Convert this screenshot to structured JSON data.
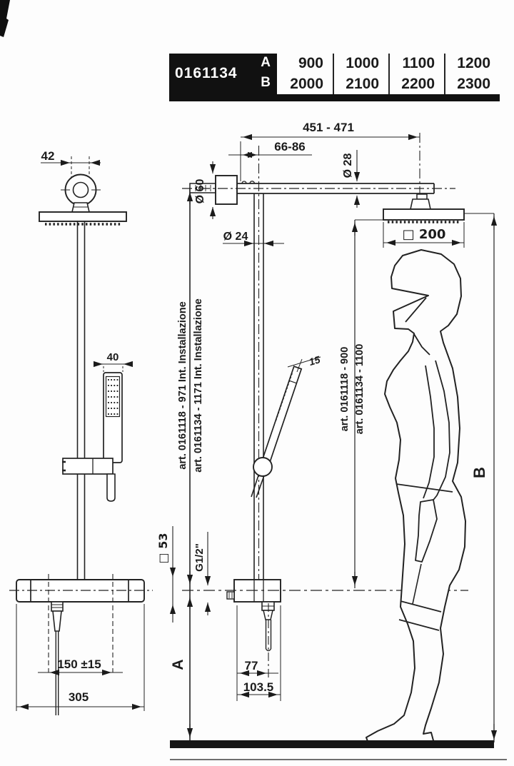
{
  "table": {
    "article": "0161134",
    "row_a": {
      "label": "A",
      "values": [
        "900",
        "1000",
        "1100",
        "1200"
      ]
    },
    "row_b": {
      "label": "B",
      "values": [
        "2000",
        "2100",
        "2200",
        "2300"
      ]
    }
  },
  "dims": {
    "top_joint_width": "42",
    "arm_reach": "451 - 471",
    "wall_offset": "66-86",
    "arm_dia": "Ø 28",
    "flange_dia": "Ø 60",
    "riser_dia": "Ø 24",
    "head_size": "□ 200",
    "handshower_width": "40",
    "handshower_angle": "15",
    "valve_square": "□ 53",
    "thread": "G1/2\"",
    "inlet_spacing": "150 ±15",
    "valve_width": "305",
    "outlet_offset": "77",
    "outlet_total": "103.5",
    "height_a": "A",
    "height_b": "B",
    "install_1": "art. 0161118 - 971 Int. Installazione",
    "install_2": "art. 0161134 - 1171 Int. Installazione",
    "head_height_1": "art. 0161118 - 900",
    "head_height_2": "art. 0161134 - 1100"
  }
}
